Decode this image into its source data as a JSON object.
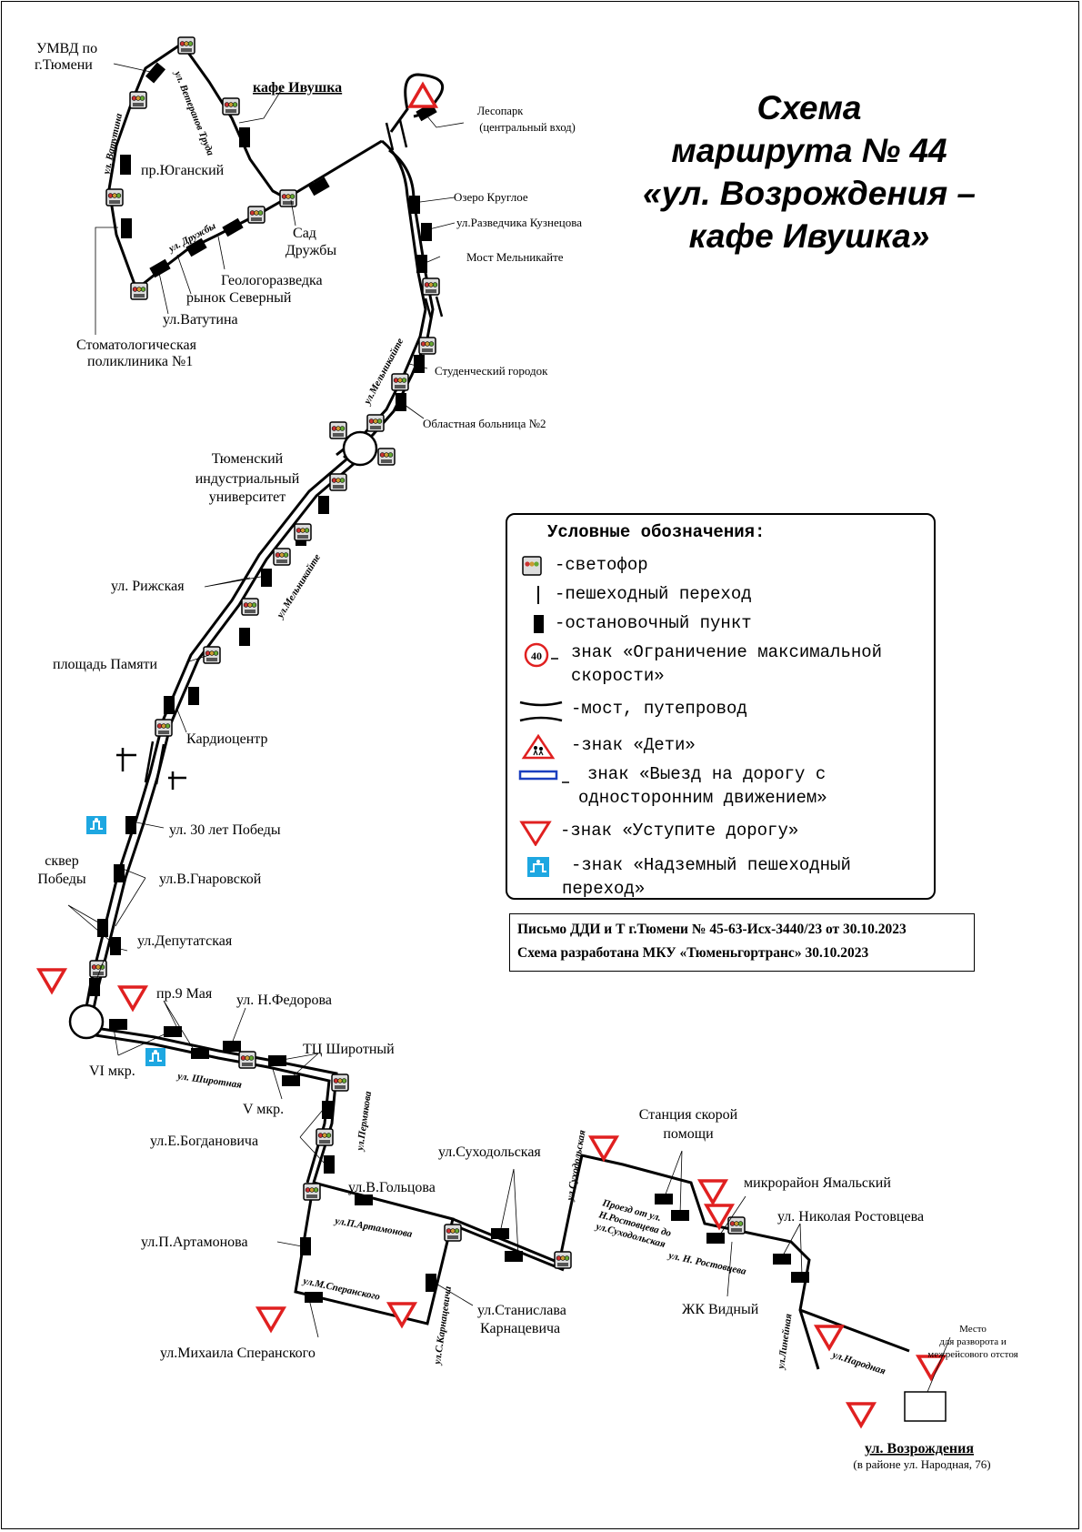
{
  "title": {
    "line1": "Схема",
    "line2": "маршрута № 44",
    "line3": "«ул. Возрождения –",
    "line4": "кафе Ивушка»"
  },
  "legend": {
    "heading": "Условные обозначения:",
    "items": [
      {
        "icon": "traffic-light-icon",
        "text": "-светофор"
      },
      {
        "icon": "crosswalk-icon",
        "text": "-пешеходный переход"
      },
      {
        "icon": "bus-stop-icon",
        "text": "-остановочный пункт"
      },
      {
        "icon": "speed-limit-sign-icon",
        "sign_value": "40",
        "text_line1": "знак «Ограничение максимальной",
        "text_line2": "скорости»"
      },
      {
        "icon": "bridge-icon",
        "text": "-мост, путепровод"
      },
      {
        "icon": "children-sign-icon",
        "text": "-знак «Дети»"
      },
      {
        "icon": "one-way-sign-icon",
        "text_line1": "знак «Выезд на дорогу с",
        "text_line2": "односторонним движением»"
      },
      {
        "icon": "yield-sign-icon",
        "text": "-знак «Уступите дорогу»"
      },
      {
        "icon": "footbridge-sign-icon",
        "text_line1": "-знак «Надземный пешеходный",
        "text_line2": "переход»"
      }
    ]
  },
  "letter": {
    "line1": "Письмо ДДИ и Т г.Тюмени № 45-63-Исх-3440/23 от 30.10.2023",
    "line2": "Схема разработана МКУ «Тюменьгортранс» 30.10.2023"
  },
  "stops": {
    "umvd_1": "УМВД по",
    "umvd_2": "г.Тюмени",
    "kafe": "кафе Ивушка",
    "yugansky": "пр.Юганский",
    "sad_1": "Сад",
    "sad_2": "Дружбы",
    "geolog": "Геологоразведка",
    "rynok": "рынок Северный",
    "vatutina": "ул.Ватутина",
    "stomat_1": "Стоматологическая",
    "stomat_2": "поликлиника №1",
    "lesopark_1": "Лесопарк",
    "lesopark_2": "(центральный вход)",
    "ozero": "Озеро Круглое",
    "razvedchika": "ул.Разведчика Кузнецова",
    "most": "Мост Мельникайте",
    "student": "Студенческий городок",
    "bolnica": "Областная больница №2",
    "tiu_1": "Тюменский",
    "tiu_2": "индустриальный",
    "tiu_3": "университет",
    "rizhskaya": "ул. Рижская",
    "pamyati": "площадь Памяти",
    "kardio": "Кардиоцентр",
    "let30": "ул. 30 лет Победы",
    "skver_1": "сквер",
    "skver_2": "Победы",
    "gnarovskoy": "ул.В.Гнаровской",
    "deputat": "ул.Депутатская",
    "pr9maya": "пр.9 Мая",
    "fedorova": "ул. Н.Федорова",
    "vi_mkr": "VI мкр.",
    "tc_shirot": "ТЦ Широтный",
    "v_mkr": "V мкр.",
    "bogdanovicha": "ул.Е.Богдановича",
    "goltsova": "ул.В.Гольцова",
    "artamonova": "ул.П.Артамонова",
    "speranskogo": "ул.Михаила Сперанского",
    "suhodolskaya": "ул.Суходольская",
    "karnac_1": "ул.Станислава",
    "karnac_2": "Карнацевича",
    "skoraya_1": "Станция скорой",
    "skoraya_2": "помощи",
    "yamalsky": "микрорайон Ямальский",
    "rostovceva": "ул. Николая Ростовцева",
    "vidny": "ЖК Видный",
    "mesto_1": "Место",
    "mesto_2": "для разворота и",
    "mesto_3": "межрейсового отстоя",
    "vozrozhd": "ул. Возрождения",
    "vozrozhd_note": "(в районе ул. Народная, 76)"
  },
  "streets": {
    "veteranov": "ул. Ветеранов Труда",
    "vatutina": "ул. Ватутина",
    "druzhby": "ул. Дружбы",
    "melnikaite_1": "ул.Мельникайте",
    "melnikaite_2": "ул.Мельникайте",
    "shirotnaya": "ул. Широтная",
    "permyakova": "ул.Пермякова",
    "p_artamonova": "ул.П.Артамонова",
    "m_speranskogo": "ул.М.Сперанского",
    "s_karnacevicha": "ул.С.Карнацевича",
    "suhodolskaya": "ул.Суходольская",
    "proezd_1": "Проезд от ул.",
    "proezd_2": "Н.Ростовцева до",
    "proezd_3": "ул.Суходольская",
    "n_rostovceva": "ул. Н. Ростовцева",
    "lineynaya": "ул.Линейная",
    "narodnaya": "ул.Народная"
  },
  "colors": {
    "sign_red": "#e02020",
    "footbridge_blue": "#1ea7e1",
    "oneway_blue": "#1a3fbf",
    "route": "#000000"
  }
}
